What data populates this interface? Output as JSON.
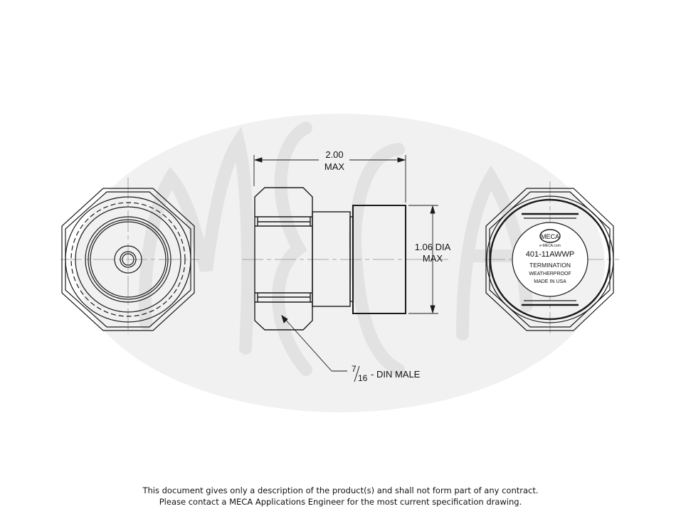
{
  "watermark": {
    "text": "MECA",
    "color": "#e6e6e6"
  },
  "dimensions": {
    "length_value": "2.00",
    "length_suffix": "MAX",
    "diameter_value": "1.06 DIA",
    "diameter_suffix": "MAX"
  },
  "callout": {
    "fraction_numerator": "7",
    "fraction_denominator": "16",
    "label": "- DIN MALE"
  },
  "end_cap_label": {
    "logo": "MECA",
    "website": "e-MECA.com",
    "part_number": "401-11AWWP",
    "line1": "TERMINATION",
    "line2": "WEATHERPROOF",
    "line3": "MADE IN USA"
  },
  "disclaimer": {
    "line1": "This document gives only a description of the product(s) and shall not form part of any contract.",
    "line2": "Please contact a MECA Applications Engineer for the most current specification drawing."
  },
  "colors": {
    "line": "#1a1a1a",
    "centerline": "#a8a8a8",
    "watermark": "#e6e6e6"
  }
}
